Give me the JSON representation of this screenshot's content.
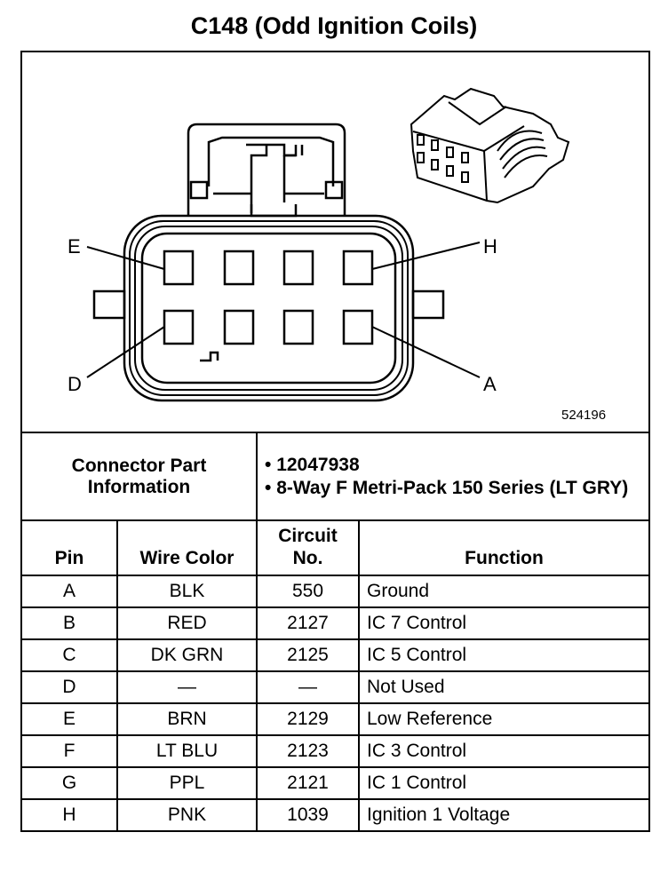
{
  "title": "C148 (Odd Ignition Coils)",
  "figure_number": "524196",
  "pin_labels": {
    "top_left": "E",
    "top_right": "H",
    "bottom_left": "D",
    "bottom_right": "A"
  },
  "connector_info": {
    "label": "Connector Part Information",
    "items": [
      "12047938",
      "8-Way F Metri-Pack 150 Series (LT GRY)"
    ]
  },
  "table": {
    "headers": {
      "pin": "Pin",
      "wire_color": "Wire Color",
      "circuit": "Circuit No.",
      "function": "Function"
    },
    "rows": [
      {
        "pin": "A",
        "wire_color": "BLK",
        "circuit": "550",
        "function": "Ground"
      },
      {
        "pin": "B",
        "wire_color": "RED",
        "circuit": "2127",
        "function": "IC 7 Control"
      },
      {
        "pin": "C",
        "wire_color": "DK GRN",
        "circuit": "2125",
        "function": "IC 5 Control"
      },
      {
        "pin": "D",
        "wire_color": "—",
        "circuit": "—",
        "function": "Not Used"
      },
      {
        "pin": "E",
        "wire_color": "BRN",
        "circuit": "2129",
        "function": "Low Reference"
      },
      {
        "pin": "F",
        "wire_color": "LT BLU",
        "circuit": "2123",
        "function": "IC 3 Control"
      },
      {
        "pin": "G",
        "wire_color": "PPL",
        "circuit": "2121",
        "function": "IC 1 Control"
      },
      {
        "pin": "H",
        "wire_color": "PNK",
        "circuit": "1039",
        "function": "Ignition 1 Voltage"
      }
    ]
  }
}
